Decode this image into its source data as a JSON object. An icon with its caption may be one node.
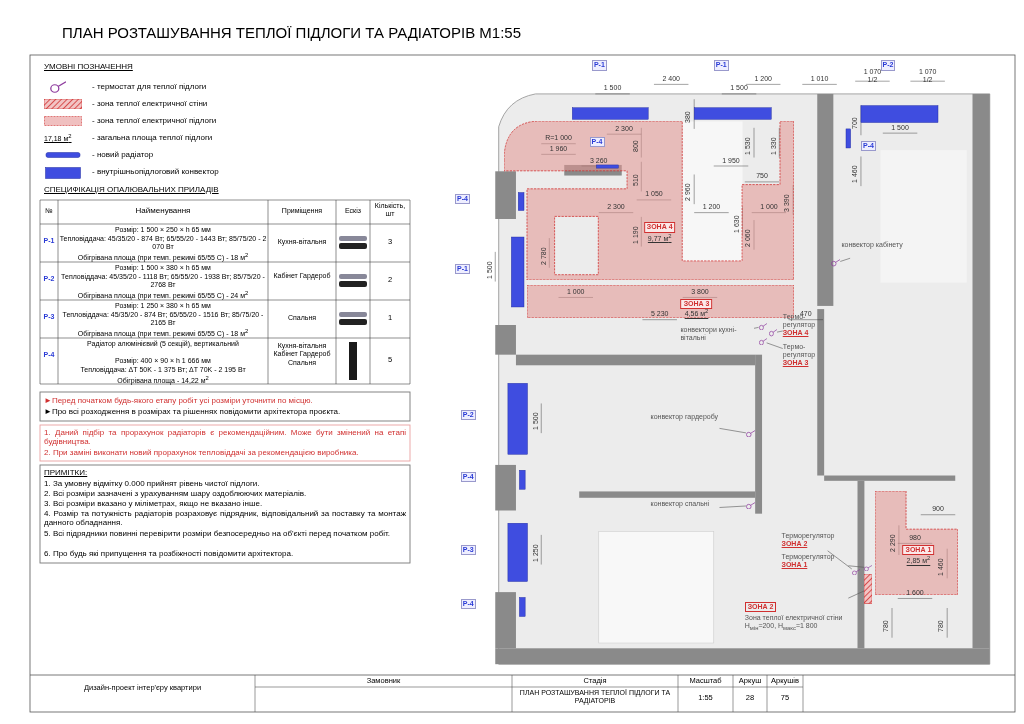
{
  "diagram": {
    "title": "ПЛАН РОЗТАШУВАННЯ ТЕПЛОЇ ПІДЛОГИ ТА РАДІАТОРІВ М1:55",
    "nodes": [
      {
        "text": [
          "ЗОНА 4",
          "9,77 м$^{2}$"
        ]
      },
      {
        "text": [
          "ЗОНА 3",
          "4,56 м$^{2}$"
        ]
      },
      {
        "text": [
          "ЗОНА 1",
          "2,85 м$^{2}$"
        ]
      },
      {
        "text": [],
        "shape": "bar"
      },
      {
        "text": [
          "ЗОНА 2",
          "Зона теплої електричної стіни H$_{мін}$=200, H$_{макс}$=1 800"
        ]
      },
      {
        "text": [],
        "shape": "circle"
      },
      {
        "text": [
          "конвектор кабінету"
        ]
      },
      {
        "text": [],
        "shape": "circle"
      },
      {
        "text": [
          "конвектори кухні-вітальні"
        ]
      },
      {
        "text": [],
        "shape": "circle"
      },
      {
        "text": [
          "Термо-регулятор",
          "ЗОНА 4"
        ]
      },
      {
        "text": [],
        "shape": "circle"
      },
      {
        "text": [
          "Термо-регулятор",
          "ЗОНА 3"
        ]
      },
      {
        "text": [],
        "shape": "circle"
      },
      {
        "text": [
          "конвектор гардеробу"
        ]
      },
      {
        "text": [],
        "shape": "circle"
      },
      {
        "text": [
          "конвектор спальні"
        ]
      },
      {
        "text": [],
        "shape": "circle"
      },
      {
        "text": [
          "Терморегулятор",
          "ЗОНА 2"
        ]
      },
      {
        "text": [],
        "shape": "circle"
      },
      {
        "text": [
          "Терморегулятор",
          "ЗОНА 1"
        ]
      }
    ],
    "edges": [
      {
        "from": 6,
        "to": 5,
        "arrow": "none"
      },
      {
        "from": 8,
        "to": 7,
        "arrow": "none"
      },
      {
        "from": 10,
        "to": 9,
        "arrow": "none"
      },
      {
        "from": 12,
        "to": 11,
        "arrow": "none"
      },
      {
        "from": 14,
        "to": 13,
        "arrow": "none"
      },
      {
        "from": 16,
        "to": 15,
        "arrow": "none"
      },
      {
        "from": 18,
        "to": 17,
        "arrow": "none"
      },
      {
        "from": 20,
        "to": 19,
        "arrow": "none"
      },
      {
        "from": 4,
        "to": 3,
        "arrow": "none"
      }
    ],
    "labels": [
      "УМОВНІ ПОЗНАЧЕННЯ",
      "17,18 м$^{2}$",
      "СПЕЦИФІКАЦІЯ ОПАЛЮВАЛЬНИХ ПРИЛАДІВ",
      "№",
      "Найменування",
      "Приміщення",
      "Ескіз",
      "Кількість, шт",
      "P-1",
      "Розмір: 1 500 × 250 × h 65 мм",
      "Тепловіддача: 45/35/20 - 874 Вт; 65/55/20 - 1443 Вт; 85/75/20 - 2 070 Вт",
      "Обігрівана площа (при темп. режимі 65/55 С) - 18 м$^{2}$",
      "Кухня-вітальня",
      "3",
      "P-2",
      "Розмір: 1 500 × 380 × h 65 мм",
      "Тепловіддача: 45/35/20 - 1118 Вт; 65/55/20 - 1938 Вт; 85/75/20 - 2768 Вт",
      "Обігрівана площа (при темп. режимі 65/55 С) - 24 м$^{2}$",
      "Кабінет Гардероб",
      "2",
      "P-3",
      "Розмір: 1 250 × 380 × h 65 мм",
      "Тепловіддача: 45/35/20 - 874 Вт; 65/55/20 - 1516 Вт; 85/75/20 - 2165 Вт",
      "Обігрівана площа (при темп. режимі 65/55 С) - 18 м$^{2}$",
      "Спальня",
      "1",
      "P-4",
      "Радіатор алюмінієвий (5 секцій), вертикальний",
      "Розмір: 400 × 90 × h 1 666 мм",
      "Тепловіддача: ΔT 50K - 1 375 Вт; ΔT 70K - 2 195 Вт",
      "Обігрівана площа - 14,22 м$^{2}$",
      "Кухня-вітальня Кабінет Гардероб Спальня",
      "5",
      "►Перед початком будь-якого етапу робіт усі розміри уточнити по місцю.",
      "►Про всі розходження в розмірах та рішеннях повідомити архітектора проєкта.",
      "1. Даний підбір та прорахунок радіаторів є рекомендаційним. Може бути змінений на етапі будівництва.",
      "2. При заміні виконати новий прорахунок тепловіддачі за рекомендацією виробника.",
      "ПРИМІТКИ:",
      "1. За умовну відмітку 0.000 прийнят рівень чистої підлоги.",
      "2. Всі розміри зазначені з урахуванням шару оздоблюючих матеріалів.",
      "3. Всі розміри вказано у міліметрах, якщо не вказано інше.",
      "4. Розмір та потужність радіаторів розраховує підрядник, відповідальний за поставку та монтаж данного обладнання.",
      "5. Всі підрядники повинні перевірити розміри безпосередньо на об'єкті перед початком робіт.",
      "6. Про будь які припущення та розбіжності повідомити архітектора.",
      "Дизайн-проект інтер'єру квартири",
      "Замовник",
      "Стадія",
      "Масштаб",
      "Аркуш",
      "Аркушів",
      "ПЛАН РОЗТАШУВАННЯ ТЕПЛОЇ ПІДЛОГИ ТА РАДІАТОРІВ",
      "1:55",
      "28",
      "75",
      "P-1",
      "P-1",
      "P-2",
      "P-4",
      "P-4",
      "P-4",
      "P-1",
      "P-2",
      "P-4",
      "P-3",
      "P-4",
      "2 400",
      "1 200",
      "1 010",
      "1 070 1/2",
      "1 070 1/2",
      "1 500",
      "1 500",
      "380",
      "700",
      "1 500",
      "R=1 000",
      "2 300",
      "800",
      "1 530",
      "1 330",
      "1 960",
      "3 260",
      "1 950",
      "1 460",
      "510",
      "750",
      "1 050",
      "2 300",
      "1 200",
      "1 000",
      "2 960",
      "3 390",
      "1 190",
      "1 630",
      "2 060",
      "2 780",
      "1 500",
      "1 000",
      "3 800",
      "5 230",
      "470",
      "1 500",
      "1 250",
      "900",
      "980",
      "2 290",
      "1 460",
      "1 600",
      "780",
      "780"
    ],
    "legend": [
      {
        "text": "- термостат для теплої підлоги"
      },
      {
        "text": "- зона теплої електричної стіни"
      },
      {
        "text": "- зона теплої електричної підлоги"
      },
      {
        "text": "- загальна площа теплої підлоги"
      },
      {
        "text": "- новий радіатор"
      },
      {
        "text": "- внутрішньопідлоговий конвектор"
      }
    ]
  }
}
